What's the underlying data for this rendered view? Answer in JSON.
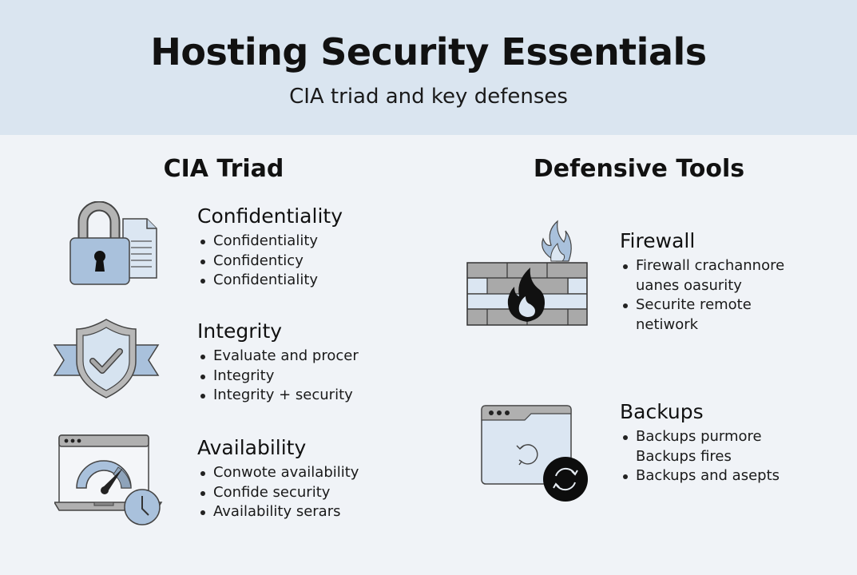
{
  "header": {
    "title": "Hosting Security Essentials",
    "subtitle": "CIA triad and key defenses"
  },
  "colors": {
    "header_bg": "#dae5f0",
    "page_bg": "#f0f3f7",
    "icon_blue": "#a9c1dc",
    "icon_gray": "#b0b0b0"
  },
  "cia": {
    "title": "CIA Triad",
    "items": [
      {
        "icon": "padlock-document-icon",
        "title": "Confidentiality",
        "bullets": [
          "Confidentiality",
          "Confidenticy",
          "Confidentiality"
        ]
      },
      {
        "icon": "shield-check-icon",
        "title": "Integrity",
        "bullets": [
          "Evaluate and procer",
          "Integrity",
          "Integrity + security"
        ]
      },
      {
        "icon": "laptop-gauge-clock-icon",
        "title": "Availability",
        "bullets": [
          "Conwote availability",
          "Confide security",
          "Availability serars"
        ]
      }
    ]
  },
  "defense": {
    "title": "Defensive Tools",
    "items": [
      {
        "icon": "firewall-icon",
        "title": "Firewall",
        "bullets": [
          {
            "text": "Firewall crachannore",
            "bullet": true
          },
          {
            "text": "uanes oasurity",
            "bullet": false
          },
          {
            "text": "Securite remote",
            "bullet": true
          },
          {
            "text": "netiwork",
            "bullet": false
          }
        ]
      },
      {
        "icon": "backup-window-sync-icon",
        "title": "Backups",
        "bullets": [
          {
            "text": "Backups purmore",
            "bullet": true
          },
          {
            "text": "Backups fires",
            "bullet": false
          },
          {
            "text": "Backups and asepts",
            "bullet": true
          }
        ]
      }
    ]
  }
}
